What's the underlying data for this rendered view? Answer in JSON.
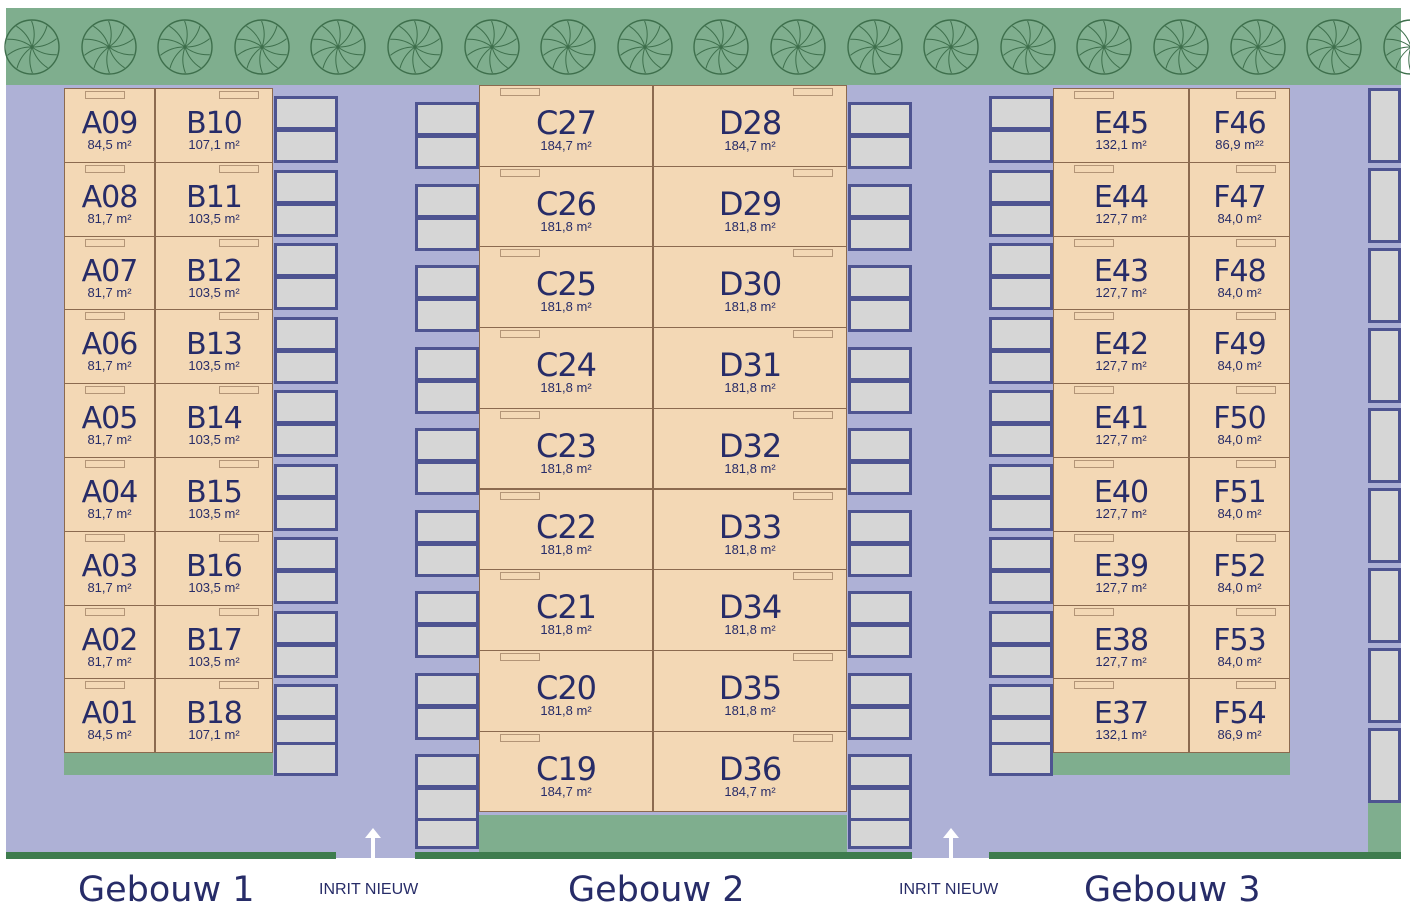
{
  "buildings": [
    {
      "name": "Gebouw 1",
      "columns": [
        {
          "units": [
            {
              "code": "A09",
              "area": "84,5 m²"
            },
            {
              "code": "A08",
              "area": "81,7 m²"
            },
            {
              "code": "A07",
              "area": "81,7 m²"
            },
            {
              "code": "A06",
              "area": "81,7 m²"
            },
            {
              "code": "A05",
              "area": "81,7 m²"
            },
            {
              "code": "A04",
              "area": "81,7 m²"
            },
            {
              "code": "A03",
              "area": "81,7 m²"
            },
            {
              "code": "A02",
              "area": "81,7 m²"
            },
            {
              "code": "A01",
              "area": "84,5 m²"
            }
          ]
        },
        {
          "units": [
            {
              "code": "B10",
              "area": "107,1 m²"
            },
            {
              "code": "B11",
              "area": "103,5 m²"
            },
            {
              "code": "B12",
              "area": "103,5 m²"
            },
            {
              "code": "B13",
              "area": "103,5 m²"
            },
            {
              "code": "B14",
              "area": "103,5 m²"
            },
            {
              "code": "B15",
              "area": "103,5 m²"
            },
            {
              "code": "B16",
              "area": "103,5 m²"
            },
            {
              "code": "B17",
              "area": "103,5 m²"
            },
            {
              "code": "B18",
              "area": "107,1 m²"
            }
          ]
        }
      ]
    },
    {
      "name": "Gebouw 2",
      "columns": [
        {
          "units": [
            {
              "code": "C27",
              "area": "184,7 m²"
            },
            {
              "code": "C26",
              "area": "181,8  m²"
            },
            {
              "code": "C25",
              "area": "181,8 m²"
            },
            {
              "code": "C24",
              "area": "181,8  m²"
            },
            {
              "code": "C23",
              "area": "181,8  m²"
            },
            {
              "code": "C22",
              "area": "181,8  m²"
            },
            {
              "code": "C21",
              "area": "181,8  m²"
            },
            {
              "code": "C20",
              "area": "181,8  m²"
            },
            {
              "code": "C19",
              "area": "184,7  m²"
            }
          ]
        },
        {
          "units": [
            {
              "code": "D28",
              "area": "184,7  m²"
            },
            {
              "code": "D29",
              "area": "181,8  m²"
            },
            {
              "code": "D30",
              "area": "181,8  m²"
            },
            {
              "code": "D31",
              "area": "181,8 m²"
            },
            {
              "code": "D32",
              "area": "181,8  m²"
            },
            {
              "code": "D33",
              "area": "181,8 m²"
            },
            {
              "code": "D34",
              "area": "181,8  m²"
            },
            {
              "code": "D35",
              "area": "181,8  m²"
            },
            {
              "code": "D36",
              "area": "184,7  m²"
            }
          ]
        }
      ]
    },
    {
      "name": "Gebouw 3",
      "columns": [
        {
          "units": [
            {
              "code": "E45",
              "area": "132,1 m²"
            },
            {
              "code": "E44",
              "area": "127,7 m²"
            },
            {
              "code": "E43",
              "area": "127,7 m²"
            },
            {
              "code": "E42",
              "area": "127,7 m²"
            },
            {
              "code": "E41",
              "area": "127,7 m²"
            },
            {
              "code": "E40",
              "area": "127,7 m²"
            },
            {
              "code": "E39",
              "area": "127,7 m²"
            },
            {
              "code": "E38",
              "area": "127,7 m²"
            },
            {
              "code": "E37",
              "area": "132,1 m²"
            }
          ]
        },
        {
          "units": [
            {
              "code": "F46",
              "area": "86,9 m²²"
            },
            {
              "code": "F47",
              "area": "84,0 m²"
            },
            {
              "code": "F48",
              "area": "84,0 m²"
            },
            {
              "code": "F49",
              "area": "84,0 m²"
            },
            {
              "code": "F50",
              "area": "84,0 m²"
            },
            {
              "code": "F51",
              "area": "84,0 m²"
            },
            {
              "code": "F52",
              "area": "84,0  m²"
            },
            {
              "code": "F53",
              "area": "84,0 m²"
            },
            {
              "code": "F54",
              "area": "86,9 m²"
            }
          ]
        }
      ]
    }
  ],
  "entrances": [
    "INRIT NIEUW",
    "INRIT NIEUW"
  ],
  "colors": {
    "road": "#aeb1d6",
    "green": "#7fae8e",
    "unit_fill": "#f3d8b5",
    "unit_border": "#8b6a4f",
    "label": "#272c68",
    "parking_frame": "#4e5491",
    "parking_fill": "#d6d6d6"
  }
}
